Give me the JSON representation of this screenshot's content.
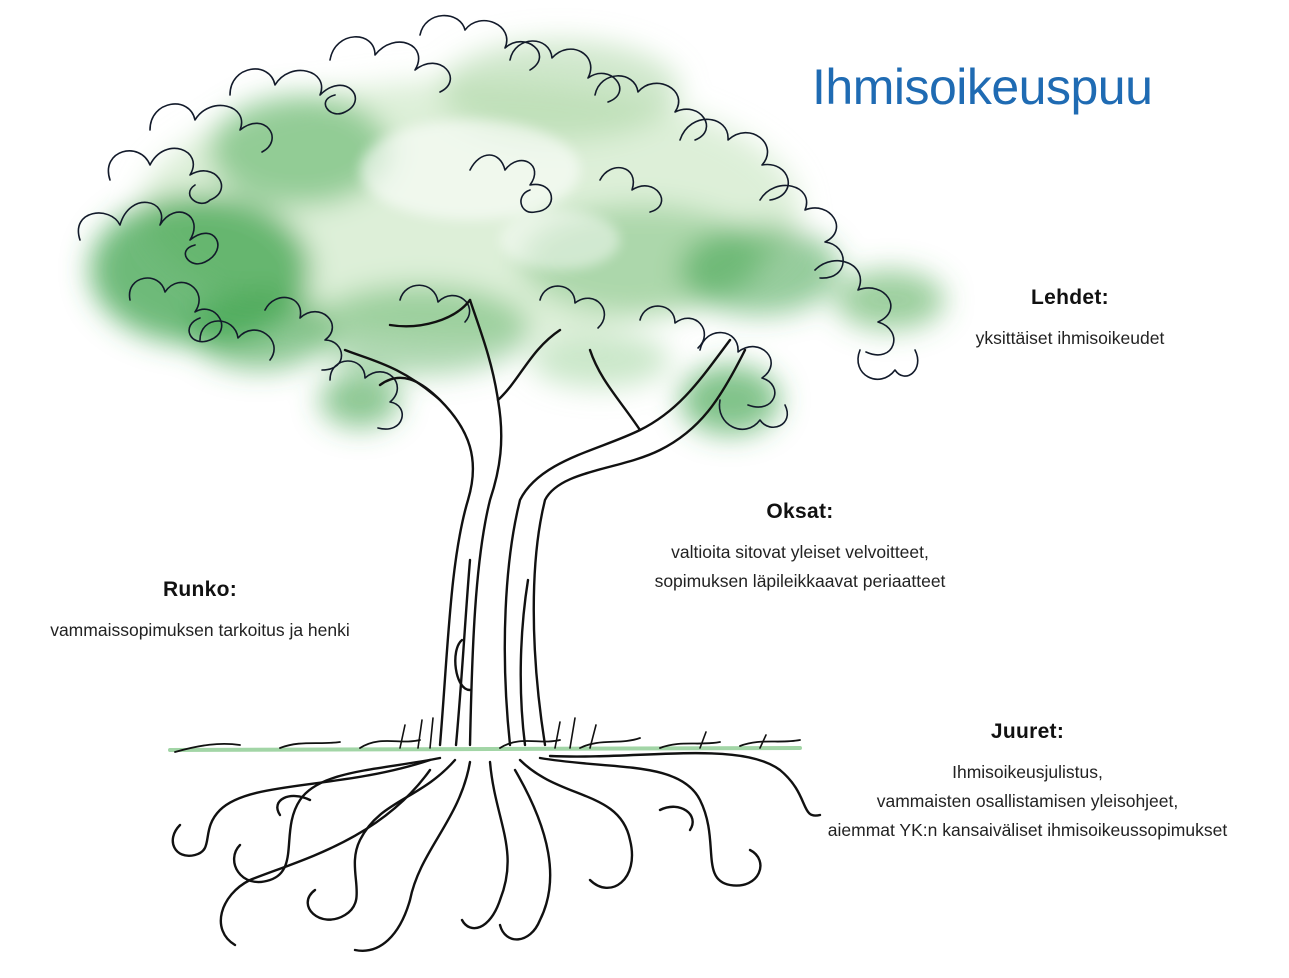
{
  "title": "Ihmisoikeuspuu",
  "colors": {
    "title": "#1f6bb3",
    "foliage": "#3fa34d",
    "ink": "#111111",
    "grass": "#4caf50"
  },
  "illustration": {
    "icon": "watercolor-tree-icon"
  },
  "labels": {
    "lehdet": {
      "heading": "Lehdet:",
      "lines": [
        "yksittäiset ihmisoikeudet"
      ]
    },
    "oksat": {
      "heading": "Oksat:",
      "lines": [
        "valtioita sitovat yleiset velvoitteet,",
        "sopimuksen läpileikkaavat periaatteet"
      ]
    },
    "runko": {
      "heading": "Runko:",
      "lines": [
        "vammaissopimuksen tarkoitus ja henki"
      ]
    },
    "juuret": {
      "heading": "Juuret:",
      "lines": [
        "Ihmisoikeusjulistus,",
        "vammaisten osallistamisen yleisohjeet,",
        "aiemmat YK:n kansaiväliset ihmisoikeussopimukset"
      ]
    }
  }
}
